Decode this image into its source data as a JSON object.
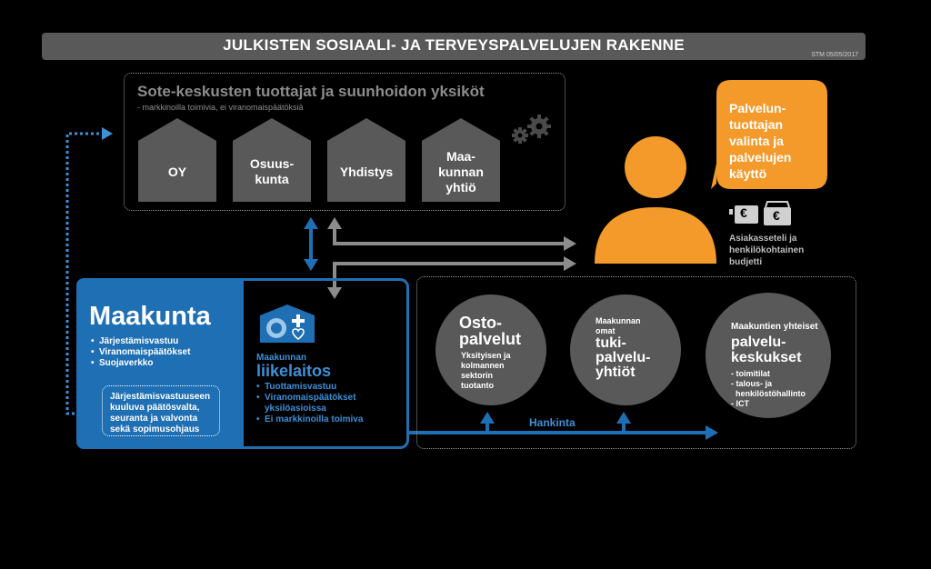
{
  "header": {
    "title": "JULKISTEN SOSIAALI- JA TERVEYSPALVELUJEN RAKENNE",
    "stamp": "STM 05/05/2017"
  },
  "producers": {
    "title": "Sote-keskusten tuottajat ja suunhoidon yksiköt",
    "subtitle": "- markkinoilla toimivia, ei viranomaispäätöksiä",
    "houses": [
      {
        "label": "OY"
      },
      {
        "label": "Osuus-\nkunta"
      },
      {
        "label": "Yhdistys"
      },
      {
        "label": "Maa-\nkunnan\nyhtiö"
      }
    ],
    "gear_icon": "gears-icon"
  },
  "maakunta": {
    "title": "Maakunta",
    "items": [
      "Järjestämisvastuu",
      "Viranomaispäätökset",
      "Suojaverkko"
    ],
    "responsibility": "Järjestämisvastuuseen\nkuuluva päätösvalta,\nseuranta ja valvonta\nsekä sopimusohjaus"
  },
  "liikelaitos": {
    "prefix": "Maakunnan",
    "title": "liikelaitos",
    "items": [
      "Tuottamisvastuu",
      "Viranomaispäätökset\nyksilöasioissa",
      "Ei markkinoilla toimiva"
    ],
    "icon": "hospital-icon"
  },
  "procurement": {
    "label": "Hankinta",
    "osto": {
      "title": "Osto-\npalvelut",
      "desc": "Yksityisen ja\nkolmannen\nsektorin\ntuotanto"
    },
    "tuki": {
      "prefix": "Maakunnan\nomat",
      "title": "tuki-\npalvelu-\nyhtiöt"
    },
    "keskukset": {
      "prefix": "Maakuntien yhteiset",
      "title": "palvelu-\nkeskukset",
      "items": [
        "- toimitilat",
        "- talous- ja\n  henkilöstöhallinto",
        "- ICT"
      ]
    }
  },
  "citizen": {
    "bubble": "Palvelun-\ntuottajan\nvalinta ja\npalvelujen\nkäyttö",
    "money_label": "Asiakasseteli ja\nhenkilökohtainen\nbudjetti",
    "euro_symbol": "€"
  },
  "colors": {
    "blue": "#1f6fb4",
    "orange": "#f39a2b",
    "gray": "#595959",
    "arrow_gray": "#8c8c8c"
  }
}
